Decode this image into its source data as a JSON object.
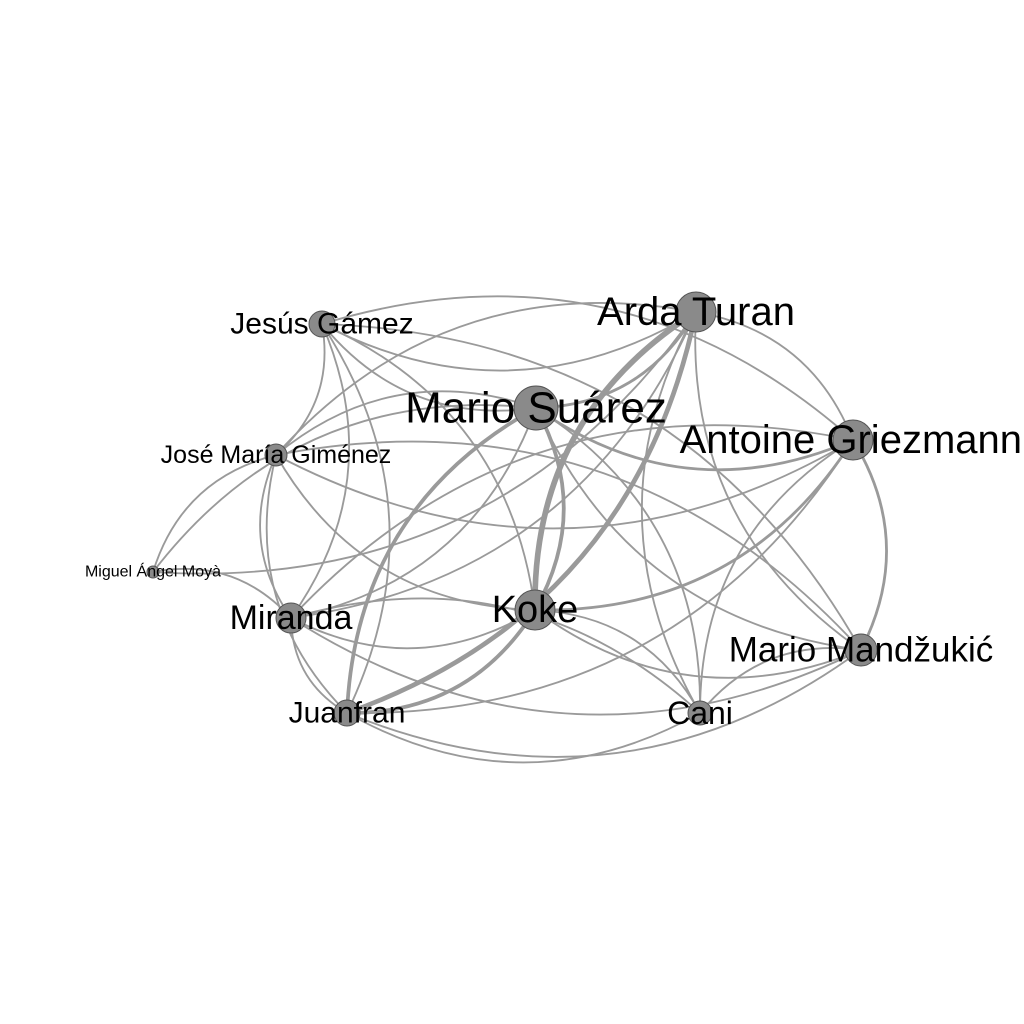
{
  "colors": {
    "background": "#ffffff",
    "edge": "#9a9a9a",
    "node_fill": "#8a8a8a",
    "node_stroke": "#555555",
    "label": "#000000"
  },
  "network": {
    "nodes": [
      {
        "id": "mario-suarez",
        "label": "Mario Suárez"
      },
      {
        "id": "arda-turan",
        "label": "Arda Turan"
      },
      {
        "id": "antoine-griezmann",
        "label": "Antoine Griezmann"
      },
      {
        "id": "koke",
        "label": "Koke"
      },
      {
        "id": "mario-mandzukic",
        "label": "Mario Mandžukić"
      },
      {
        "id": "cani",
        "label": "Cani"
      },
      {
        "id": "juanfran",
        "label": "Juanfran"
      },
      {
        "id": "miranda",
        "label": "Miranda"
      },
      {
        "id": "jesus-gamez",
        "label": "Jesús Gámez"
      },
      {
        "id": "jose-maria-gimenez",
        "label": "José María Giménez"
      },
      {
        "id": "miguel-angel-moya",
        "label": "Miguel Ángel Moyà"
      }
    ],
    "edges": [
      {
        "source": "arda-turan",
        "target": "koke",
        "weight": 5
      },
      {
        "source": "arda-turan",
        "target": "juanfran",
        "weight": 4
      },
      {
        "source": "mario-suarez",
        "target": "juanfran",
        "weight": 3
      },
      {
        "source": "mario-suarez",
        "target": "koke",
        "weight": 3
      },
      {
        "source": "mario-suarez",
        "target": "arda-turan",
        "weight": 2
      },
      {
        "source": "koke",
        "target": "juanfran",
        "weight": 3
      },
      {
        "source": "koke",
        "target": "antoine-griezmann",
        "weight": 2
      },
      {
        "source": "antoine-griezmann",
        "target": "mario-mandzukic",
        "weight": 2
      },
      {
        "source": "mario-suarez",
        "target": "antoine-griezmann",
        "weight": 2
      },
      {
        "source": "arda-turan",
        "target": "antoine-griezmann",
        "weight": 1
      },
      {
        "source": "arda-turan",
        "target": "mario-mandzukic",
        "weight": 1
      },
      {
        "source": "arda-turan",
        "target": "jesus-gamez",
        "weight": 1
      },
      {
        "source": "arda-turan",
        "target": "jose-maria-gimenez",
        "weight": 1
      },
      {
        "source": "arda-turan",
        "target": "miranda",
        "weight": 1
      },
      {
        "source": "arda-turan",
        "target": "cani",
        "weight": 1
      },
      {
        "source": "mario-suarez",
        "target": "jesus-gamez",
        "weight": 1
      },
      {
        "source": "mario-suarez",
        "target": "jose-maria-gimenez",
        "weight": 1
      },
      {
        "source": "mario-suarez",
        "target": "miranda",
        "weight": 1
      },
      {
        "source": "mario-suarez",
        "target": "mario-mandzukic",
        "weight": 1
      },
      {
        "source": "mario-suarez",
        "target": "cani",
        "weight": 1
      },
      {
        "source": "mario-suarez",
        "target": "miguel-angel-moya",
        "weight": 1
      },
      {
        "source": "koke",
        "target": "miranda",
        "weight": 1
      },
      {
        "source": "koke",
        "target": "mario-mandzukic",
        "weight": 1
      },
      {
        "source": "koke",
        "target": "cani",
        "weight": 1
      },
      {
        "source": "koke",
        "target": "jesus-gamez",
        "weight": 1
      },
      {
        "source": "koke",
        "target": "jose-maria-gimenez",
        "weight": 1
      },
      {
        "source": "antoine-griezmann",
        "target": "jesus-gamez",
        "weight": 1
      },
      {
        "source": "antoine-griezmann",
        "target": "jose-maria-gimenez",
        "weight": 1
      },
      {
        "source": "antoine-griezmann",
        "target": "miranda",
        "weight": 1
      },
      {
        "source": "antoine-griezmann",
        "target": "juanfran",
        "weight": 1
      },
      {
        "source": "antoine-griezmann",
        "target": "cani",
        "weight": 1
      },
      {
        "source": "mario-mandzukic",
        "target": "juanfran",
        "weight": 1
      },
      {
        "source": "mario-mandzukic",
        "target": "cani",
        "weight": 1
      },
      {
        "source": "mario-mandzukic",
        "target": "miranda",
        "weight": 1
      },
      {
        "source": "mario-mandzukic",
        "target": "jose-maria-gimenez",
        "weight": 1
      },
      {
        "source": "cani",
        "target": "juanfran",
        "weight": 1
      },
      {
        "source": "cani",
        "target": "miranda",
        "weight": 1
      },
      {
        "source": "juanfran",
        "target": "miranda",
        "weight": 1
      },
      {
        "source": "juanfran",
        "target": "jesus-gamez",
        "weight": 1
      },
      {
        "source": "juanfran",
        "target": "jose-maria-gimenez",
        "weight": 1
      },
      {
        "source": "miranda",
        "target": "jesus-gamez",
        "weight": 1
      },
      {
        "source": "miranda",
        "target": "jose-maria-gimenez",
        "weight": 1
      },
      {
        "source": "miranda",
        "target": "miguel-angel-moya",
        "weight": 1
      },
      {
        "source": "jesus-gamez",
        "target": "jose-maria-gimenez",
        "weight": 1
      },
      {
        "source": "jose-maria-gimenez",
        "target": "miguel-angel-moya",
        "weight": 1
      },
      {
        "source": "jesus-gamez",
        "target": "mario-mandzukic",
        "weight": 1
      },
      {
        "source": "miguel-angel-moya",
        "target": "arda-turan",
        "weight": 1
      }
    ]
  }
}
